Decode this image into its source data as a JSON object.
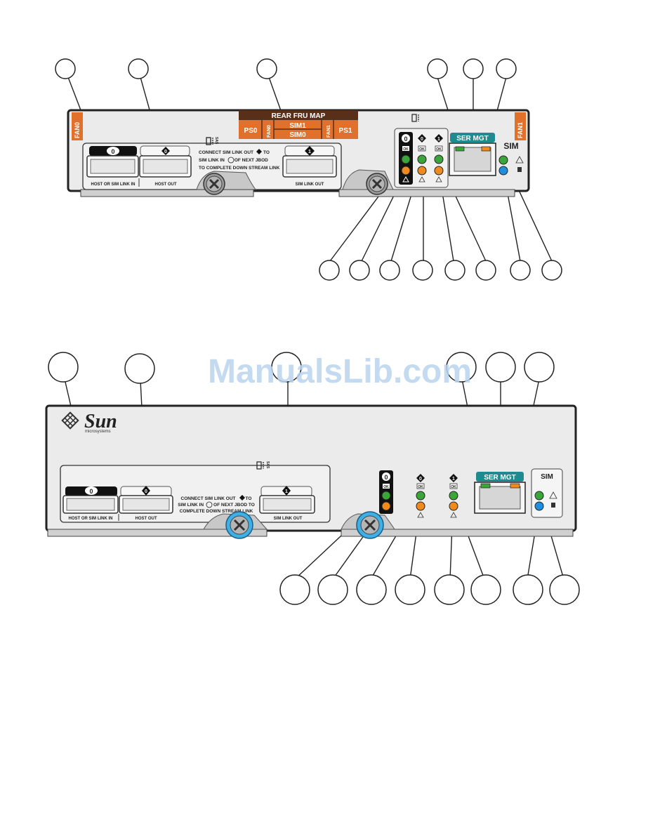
{
  "colors": {
    "panel": "#ebebeb",
    "outline": "#222222",
    "fru_orange": "#e0702a",
    "fru_dark": "#5a2f1a",
    "teal": "#1f8a8f",
    "led_green": "#3aa63a",
    "led_orange": "#f08a1c",
    "led_blue": "#1e8fe0",
    "screw_blue": "#3fb0e6",
    "watermark": "#b9d3ee"
  },
  "watermark": "ManualsLib.com",
  "top": {
    "fru_map": {
      "title": "REAR FRU MAP",
      "ps0": "PS0",
      "fan0": "FAN0",
      "sim1": "SIM1",
      "sim0": "SIM0",
      "fan1": "FAN1",
      "ps1": "PS1"
    },
    "fan0_tab": "FAN0",
    "fan1_tab": "FAN1",
    "port0_num": "0",
    "host_out_num": "0",
    "port1_num": "1",
    "host_sim_link_in": "HOST OR SIM LINK IN",
    "host_out": "HOST OUT",
    "sim_link_out": "SIM LINK OUT",
    "connect_line1": "CONNECT SIM LINK OUT",
    "connect_line1b": "TO",
    "connect_line2": "SIM LINK IN",
    "connect_line2b": "OF NEXT JBOD",
    "connect_line3": "TO COMPLETE  DOWN STREAM LINK",
    "sas_text": "SAS",
    "led_col_nums": [
      "0",
      "0",
      "1"
    ],
    "ok": "OK",
    "ser_mgt": "SER MGT",
    "sim": "SIM"
  },
  "bottom": {
    "brand": "Sun",
    "brand_sub": "microsystems",
    "port0_num": "0",
    "host_out_num": "0",
    "port1_num": "1",
    "host_sim_link_in": "HOST OR SIM LINK IN",
    "host_out": "HOST OUT",
    "sim_link_out": "SIM LINK OUT",
    "connect_line1": "CONNECT SIM LINK OUT",
    "connect_line1b": "TO",
    "connect_line2": "SIM LINK IN",
    "connect_line2b": "OF NEXT JBOD TO",
    "connect_line3": "COMPLETE DOWN STREAM LINK",
    "sas_text": "SAS",
    "led_col_nums": [
      "0",
      "0",
      "1"
    ],
    "ok": "OK",
    "ser_mgt": "SER MGT",
    "sim": "SIM"
  }
}
